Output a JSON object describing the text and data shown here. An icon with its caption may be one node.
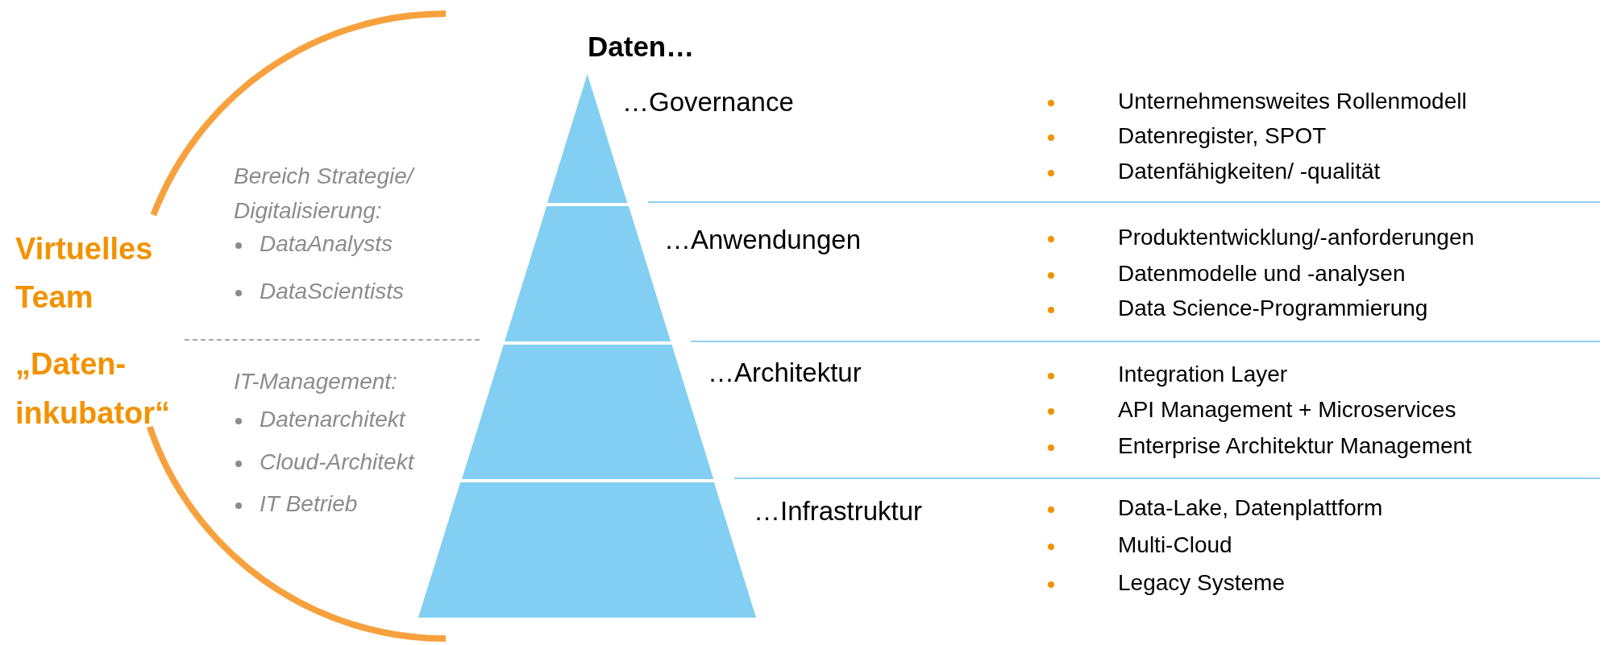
{
  "diagram": {
    "title": "Daten…",
    "nodes": [
      {
        "text": [
          "…Governance"
        ],
        "beside": [
          "Unternehmensweites Rollenmodell",
          "Datenregister, SPOT",
          "Datenfähigkeiten/ -qualität"
        ]
      },
      {
        "text": [
          "…Anwendungen"
        ],
        "beside": [
          "Produktentwicklung/-anforderungen",
          "Datenmodelle und -analysen",
          "Data Science-Programmierung"
        ]
      },
      {
        "text": [
          "…Architektur"
        ],
        "beside": [
          "Integration Layer",
          "API Management + Microservices",
          "Enterprise Architektur Management"
        ]
      },
      {
        "text": [
          "…Infrastruktur"
        ],
        "beside": [
          "Data-Lake, Datenplattform",
          "Multi-Cloud",
          "Legacy Systeme"
        ]
      }
    ],
    "edges": [],
    "labels": [
      "Virtuelles Team",
      "„Daten-inkubator“",
      "Bereich Strategie/ Digitalisierung:",
      "DataAnalysts",
      "DataScientists",
      "IT-Management:",
      "Datenarchitekt",
      "Cloud-Architekt",
      "IT Betrieb"
    ]
  }
}
